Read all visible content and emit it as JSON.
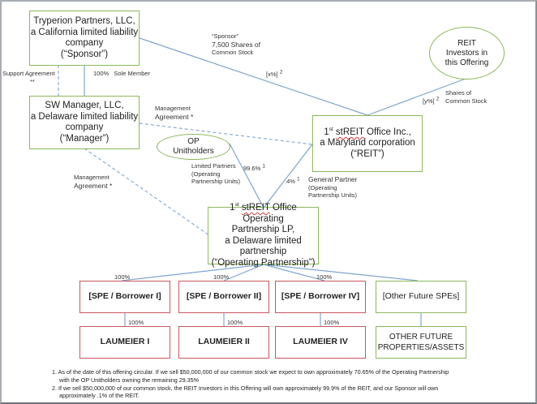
{
  "entities": {
    "sponsor": [
      "Tryperion  Partners, LLC,",
      "a California  limited  liability",
      "company",
      "(“Sponsor”)"
    ],
    "manager": [
      "SW Manager, LLC,",
      "a Delaware limited  liability",
      "company",
      "(“Manager”)"
    ],
    "reit": {
      "prefix": "1",
      "sup": "st",
      "name_word": "stREIT",
      "name_rest": " Office  Inc.,",
      "lines": [
        "a Maryland  corporation",
        "(“REIT”)"
      ]
    },
    "op": {
      "prefix": "1",
      "sup": "st",
      "name_word": "stREIT",
      "name_rest": " Office  Operating",
      "lines": [
        "Partnership  LP,",
        "a Delaware limited",
        "partnership",
        "(“Operating  Partnership”)"
      ]
    },
    "op_unitholders": [
      "OP",
      "Unitholders"
    ],
    "reit_investors": [
      "REIT",
      "Investors in",
      "this Offering"
    ],
    "spe_1": "[SPE / Borrower I]",
    "spe_2": "[SPE / Borrower II]",
    "spe_4": "[SPE / Borrower IV]",
    "other_spes": "[Other  Future  SPEs]",
    "laumeier_1": "LAUMEIER  I",
    "laumeier_2": "LAUMEIER  II",
    "laumeier_4": "LAUMEIER  IV",
    "other_assets": [
      "OTHER FUTURE",
      "PROPERTIES/ASSETS"
    ]
  },
  "labels": {
    "support_agreement": "Support Agreement",
    "support_mark": "**",
    "sole_member": "100%   Sole Member",
    "sponsor_shares": [
      "“Sponsor”",
      "7,500 Shares of",
      "Common Stock"
    ],
    "x_pct": "[x%]",
    "x_sup": "2",
    "y_pct": "[y%]",
    "y_sup": "2",
    "shares_common": [
      "Shares of",
      "Common Stock"
    ],
    "mgmt_agreement_1": [
      "Management",
      "Agreement *"
    ],
    "mgmt_agreement_2": [
      "Management",
      "Agreement *"
    ],
    "limited_partners": [
      "Limited Partners",
      "(Operating",
      "Partnership Units)"
    ],
    "lp_pct": "99.6%",
    "lp_sup": "1",
    "gp_pct": ".4%",
    "gp_sup": "1",
    "general_partner": [
      "General Partner",
      "(Operating",
      "Partnership Units)"
    ],
    "pct_spe_1": "100%",
    "pct_spe_2": "100%",
    "pct_spe_4": "100%",
    "pct_laumeier_1": "100%",
    "pct_laumeier_2": "100%",
    "pct_laumeier_4": "100%"
  },
  "footnotes": [
    {
      "num": "1.",
      "lines": [
        "As of the date of this offering circular.  If we sell $50,000,000 of our common stock we expect to own approximately 70.65% of the Operating Partnership",
        "with the OP Unitholders owning the remaining 29.35%"
      ]
    },
    {
      "num": "2.",
      "lines": [
        "If we sell $50,000,000 of our common stock, the REIT Investors in this Offering will own approximately 99.9% of the REIT, and our Sponsor will own",
        "approximately .1% of the REIT."
      ]
    }
  ]
}
